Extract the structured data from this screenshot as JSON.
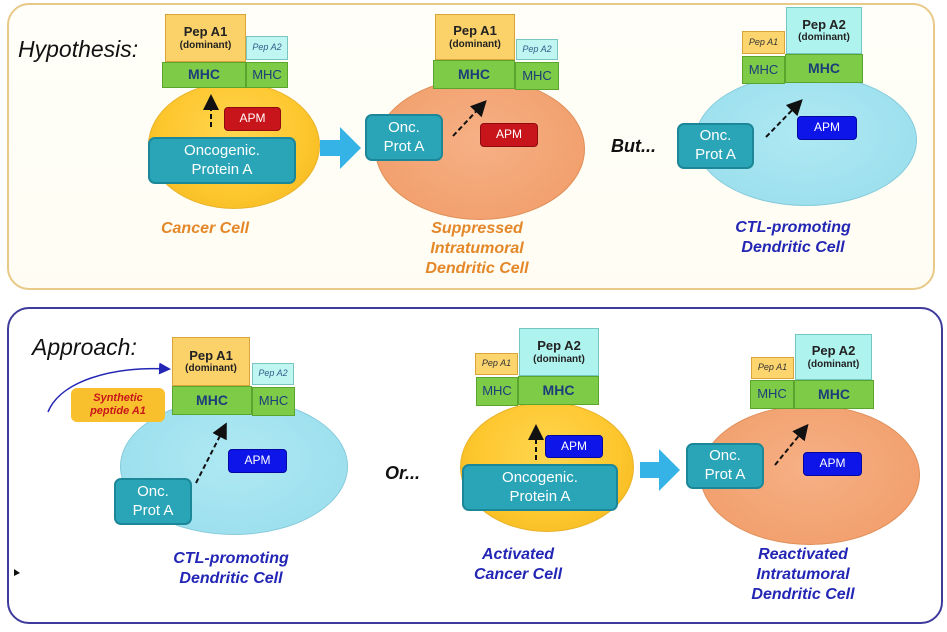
{
  "hypothesis": {
    "title": "Hypothesis:",
    "cell1": {
      "pep_main_name": "Pep A1",
      "pep_main_sub": "(dominant)",
      "pep_side": "Pep A2",
      "mhc_main": "MHC",
      "mhc_side": "MHC",
      "apm": "APM",
      "protein": "Oncogenic.\nProtein A",
      "caption": "Cancer Cell"
    },
    "cell2": {
      "pep_main_name": "Pep A1",
      "pep_main_sub": "(dominant)",
      "pep_side": "Pep A2",
      "mhc_main": "MHC",
      "mhc_side": "MHC",
      "apm": "APM",
      "protein": "Onc.\nProt A",
      "caption": "Suppressed\nIntratumoral\nDendritic Cell"
    },
    "connector": "But...",
    "cell3": {
      "pep_main_name": "Pep A2",
      "pep_main_sub": "(dominant)",
      "pep_side": "Pep A1",
      "mhc_main": "MHC",
      "mhc_side": "MHC",
      "apm": "APM",
      "protein": "Onc.\nProt A",
      "caption": "CTL-promoting\nDendritic Cell"
    }
  },
  "approach": {
    "title": "Approach:",
    "synthetic": "Synthetic\npeptide A1",
    "cell1": {
      "pep_main_name": "Pep A1",
      "pep_main_sub": "(dominant)",
      "pep_side": "Pep A2",
      "mhc_main": "MHC",
      "mhc_side": "MHC",
      "apm": "APM",
      "protein": "Onc.\nProt A",
      "caption": "CTL-promoting\nDendritic Cell"
    },
    "connector": "Or...",
    "cell2": {
      "pep_main_name": "Pep A2",
      "pep_main_sub": "(dominant)",
      "pep_side": "Pep A1",
      "mhc_main": "MHC",
      "mhc_side": "MHC",
      "apm": "APM",
      "protein": "Oncogenic.\nProtein A",
      "caption": "Activated\nCancer Cell"
    },
    "cell3": {
      "pep_main_name": "Pep A2",
      "pep_main_sub": "(dominant)",
      "pep_side": "Pep A1",
      "mhc_main": "MHC",
      "mhc_side": "MHC",
      "apm": "APM",
      "protein": "Onc.\nProt A",
      "caption": "Reactivated\nIntratumoral\nDendritic Cell"
    }
  },
  "colors": {
    "cancer_cell": "#fdc62d",
    "suppressed_dc": "#f2a16f",
    "ctl_dc": "#9ee0ee",
    "mhc": "#7ecb47",
    "oncoprotein": "#2aa5b7",
    "apm_suppressed": "#c8141b",
    "apm_active": "#0d15e8",
    "transition_arrow": "#35b3e6"
  }
}
